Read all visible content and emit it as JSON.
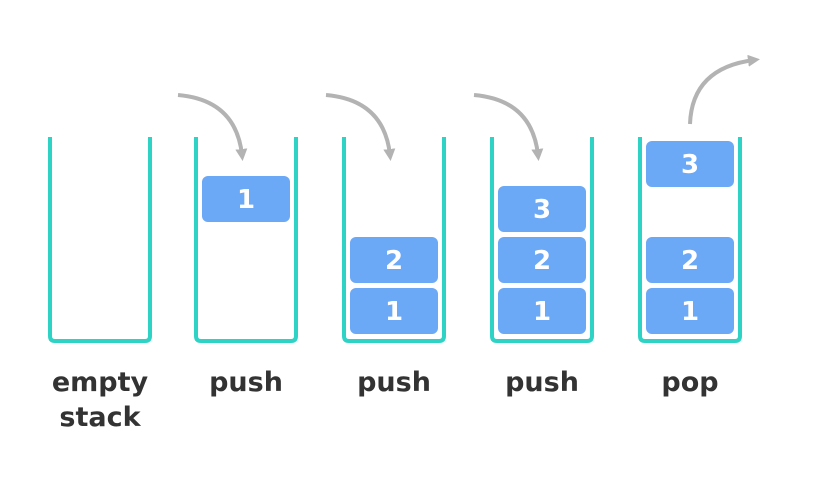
{
  "colors": {
    "container": "#2ed3c6",
    "block": "#6ba8f5",
    "block_text": "#ffffff",
    "arrow": "#b3b3b3",
    "caption": "#333333"
  },
  "stages": [
    {
      "caption_lines": [
        "empty",
        "stack"
      ],
      "blocks": [],
      "arrow": null
    },
    {
      "caption_lines": [
        "push"
      ],
      "blocks": [
        "1"
      ],
      "arrow": "push-in"
    },
    {
      "caption_lines": [
        "push"
      ],
      "blocks": [
        "1",
        "2"
      ],
      "arrow": "push-in"
    },
    {
      "caption_lines": [
        "push"
      ],
      "blocks": [
        "1",
        "2",
        "3"
      ],
      "arrow": "push-in"
    },
    {
      "caption_lines": [
        "pop"
      ],
      "blocks": [
        "1",
        "2"
      ],
      "popped": "3",
      "arrow": "pop-out"
    }
  ]
}
